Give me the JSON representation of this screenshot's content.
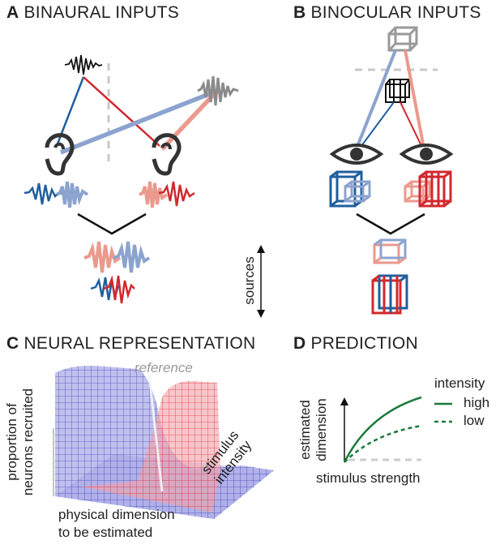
{
  "panels": {
    "a": {
      "letter": "A",
      "title": "BINAURAL INPUTS"
    },
    "b": {
      "letter": "B",
      "title": "BINOCULAR INPUTS"
    },
    "c": {
      "letter": "C",
      "title": "NEURAL REPRESENTATION"
    },
    "d": {
      "letter": "D",
      "title": "PREDICTION"
    }
  },
  "sources_label": "sources",
  "neural": {
    "reference_label": "reference",
    "ylabel_line1": "proportion of",
    "ylabel_line2": "neurons recruited",
    "xlabel_line1": "physical dimension",
    "xlabel_line2": "to be estimated",
    "zlabel_line1": "stimulus",
    "zlabel_line2": "intensity"
  },
  "prediction": {
    "ylabel_line1": "estimated",
    "ylabel_line2": "dimension",
    "xlabel": "stimulus strength",
    "legend_title": "intensity",
    "legend_high": "high",
    "legend_low": "low",
    "line_color": "#1a7a3a"
  },
  "colors": {
    "blue": "#1f5f9e",
    "light_blue": "#8ca3cf",
    "red": "#d3282e",
    "light_red": "#eb9a8e",
    "gray": "#8a8a8a",
    "surface_blue": "#6f6fd6",
    "surface_red": "#ef6f78"
  }
}
